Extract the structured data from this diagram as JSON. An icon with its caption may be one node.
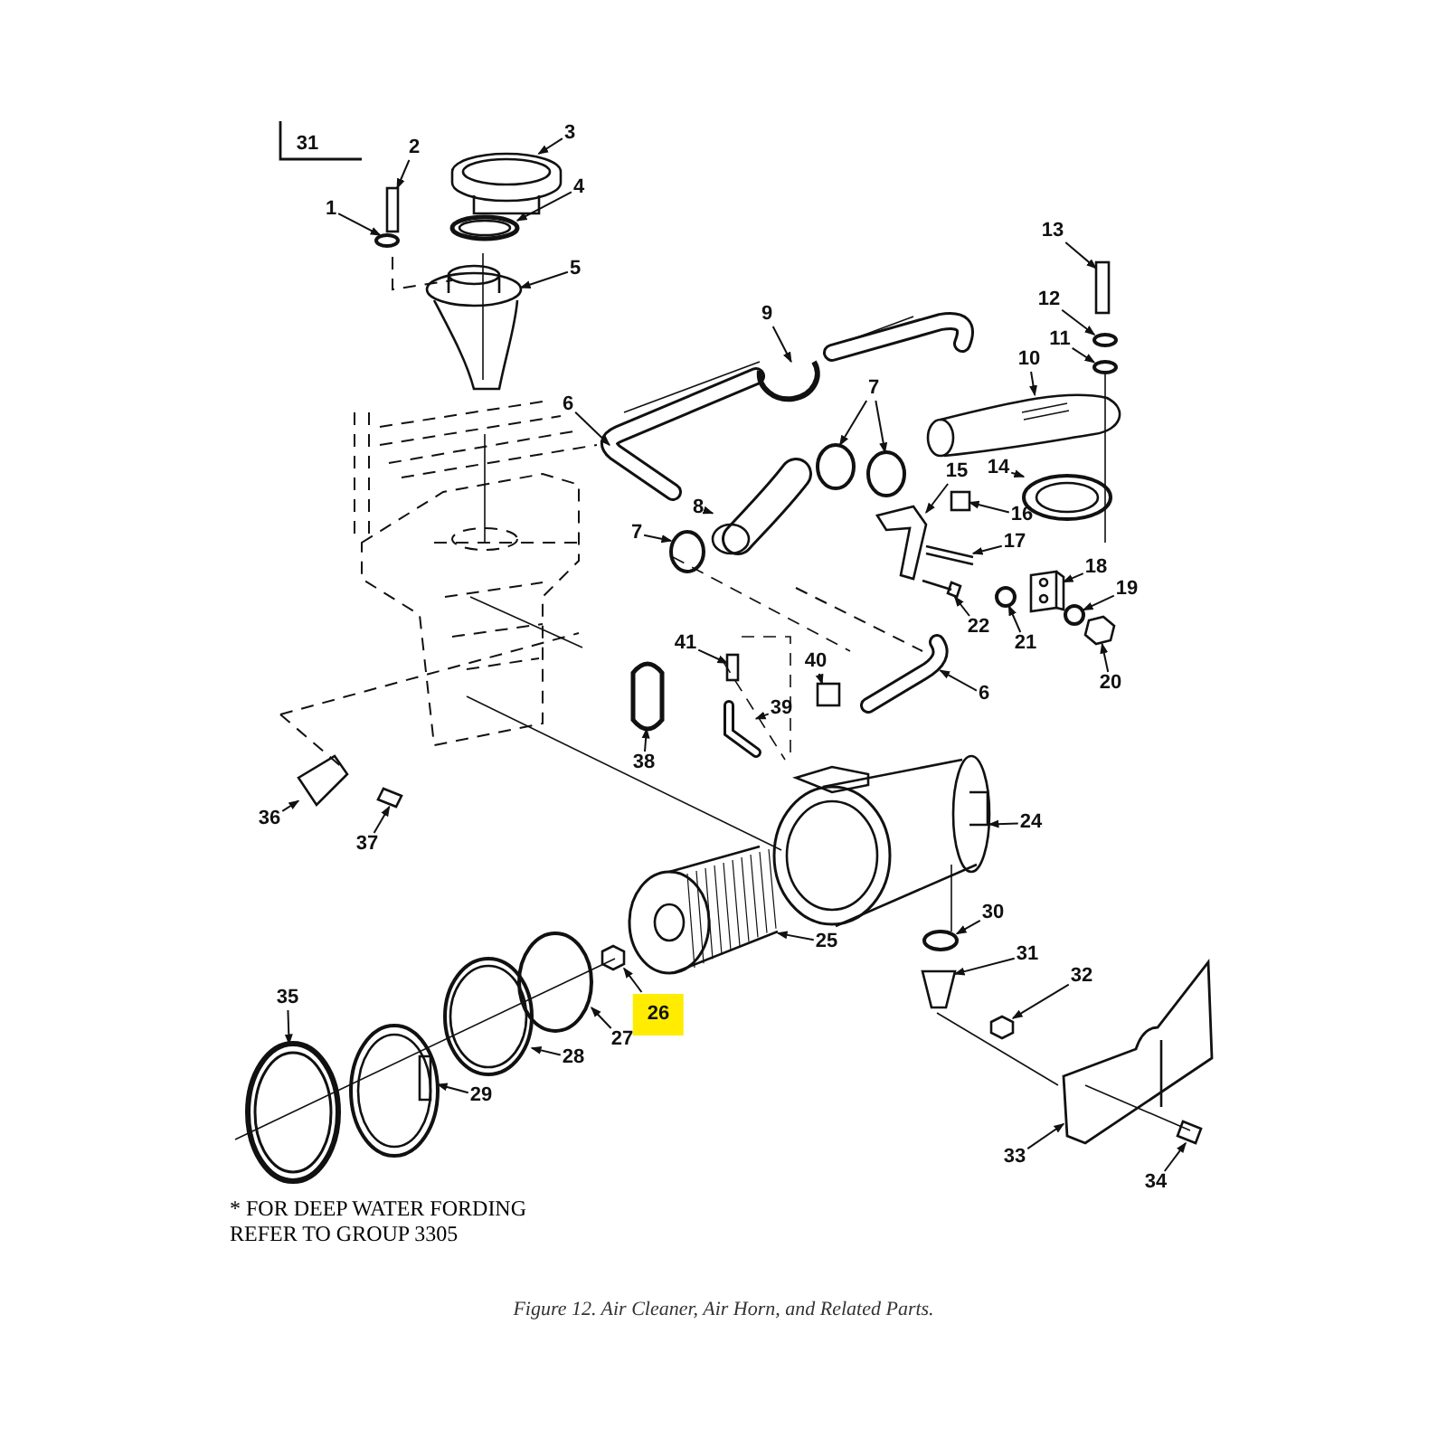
{
  "diagram": {
    "caption": "Figure 12. Air Cleaner, Air Horn, and Related Parts.",
    "nodes": [
      {
        "text": [
          "1"
        ]
      },
      {
        "text": [
          "2"
        ]
      },
      {
        "text": [
          "3"
        ]
      },
      {
        "text": [
          "4"
        ]
      },
      {
        "text": [
          "5"
        ]
      },
      {
        "text": [
          "6"
        ]
      },
      {
        "text": [
          "6"
        ]
      },
      {
        "text": [
          "7"
        ]
      },
      {
        "text": [
          "7"
        ]
      },
      {
        "text": [
          "8"
        ]
      },
      {
        "text": [
          "9"
        ]
      },
      {
        "text": [
          "10"
        ]
      },
      {
        "text": [
          "11"
        ]
      },
      {
        "text": [
          "12"
        ]
      },
      {
        "text": [
          "13"
        ]
      },
      {
        "text": [
          "14"
        ]
      },
      {
        "text": [
          "15"
        ]
      },
      {
        "text": [
          "16"
        ]
      },
      {
        "text": [
          "17"
        ]
      },
      {
        "text": [
          "18"
        ]
      },
      {
        "text": [
          "19"
        ]
      },
      {
        "text": [
          "20"
        ]
      },
      {
        "text": [
          "21"
        ]
      },
      {
        "text": [
          "22"
        ]
      },
      {
        "text": [
          "24"
        ]
      },
      {
        "text": [
          "25"
        ]
      },
      {
        "text": [
          "26"
        ]
      },
      {
        "text": [
          "27"
        ]
      },
      {
        "text": [
          "28"
        ]
      },
      {
        "text": [
          "29"
        ]
      },
      {
        "text": [
          "30"
        ]
      },
      {
        "text": [
          "31"
        ]
      },
      {
        "text": [
          "32"
        ]
      },
      {
        "text": [
          "33"
        ]
      },
      {
        "text": [
          "34"
        ]
      },
      {
        "text": [
          "35"
        ]
      },
      {
        "text": [
          "36"
        ]
      },
      {
        "text": [
          "37"
        ]
      },
      {
        "text": [
          "38"
        ]
      },
      {
        "text": [
          "39"
        ]
      },
      {
        "text": [
          "40"
        ]
      },
      {
        "text": [
          "41"
        ]
      },
      {
        "text": [],
        "shape": "circle"
      },
      {
        "text": [],
        "shape": "box"
      },
      {
        "text": [],
        "shape": "picture"
      },
      {
        "text": [],
        "shape": "picture"
      },
      {
        "text": [],
        "shape": "picture"
      },
      {
        "text": [],
        "shape": "picture"
      },
      {
        "text": [],
        "shape": "picture"
      },
      {
        "text": [],
        "shape": "circle"
      },
      {
        "text": [],
        "shape": "circle"
      },
      {
        "text": [],
        "shape": "circle"
      },
      {
        "text": [],
        "shape": "picture"
      },
      {
        "text": [],
        "shape": "picture"
      },
      {
        "text": [],
        "shape": "picture"
      },
      {
        "text": [],
        "shape": "circle"
      },
      {
        "text": [],
        "shape": "circle"
      },
      {
        "text": [],
        "shape": "box"
      },
      {
        "text": [],
        "shape": "picture"
      },
      {
        "text": [],
        "shape": "picture"
      },
      {
        "text": [],
        "shape": "box"
      },
      {
        "text": [],
        "shape": "picture"
      },
      {
        "text": [],
        "shape": "picture"
      },
      {
        "text": [],
        "shape": "circle"
      },
      {
        "text": [],
        "shape": "picture"
      },
      {
        "text": [],
        "shape": "circle"
      },
      {
        "text": [],
        "shape": "picture"
      },
      {
        "text": [],
        "shape": "picture"
      },
      {
        "text": [],
        "shape": "picture"
      },
      {
        "text": [],
        "shape": "picture"
      },
      {
        "text": [],
        "shape": "circle"
      },
      {
        "text": [],
        "shape": "picture"
      },
      {
        "text": [],
        "shape": "picture"
      },
      {
        "text": [],
        "shape": "circle"
      },
      {
        "text": [],
        "shape": "picture"
      },
      {
        "text": [],
        "shape": "picture"
      },
      {
        "text": [],
        "shape": "picture"
      },
      {
        "text": [],
        "shape": "picture"
      },
      {
        "text": [],
        "shape": "picture"
      },
      {
        "text": [],
        "shape": "picture"
      },
      {
        "text": [],
        "shape": "picture"
      },
      {
        "text": [],
        "shape": "picture"
      },
      {
        "text": [],
        "shape": "picture"
      },
      {
        "text": [],
        "shape": "box"
      },
      {
        "text": [],
        "shape": "box"
      }
    ],
    "edges": [
      {
        "from": 0,
        "to": 42,
        "arrow": "to"
      },
      {
        "from": 1,
        "to": 43,
        "arrow": "to"
      },
      {
        "from": 2,
        "to": 44,
        "arrow": "to"
      },
      {
        "from": 3,
        "to": 45,
        "arrow": "to"
      },
      {
        "from": 4,
        "to": 46,
        "arrow": "to"
      },
      {
        "from": 5,
        "to": 47,
        "arrow": "to"
      },
      {
        "from": 6,
        "to": 48,
        "arrow": "to"
      },
      {
        "from": 7,
        "to": 49,
        "arrow": "to"
      },
      {
        "from": 7,
        "to": 50,
        "arrow": "to"
      },
      {
        "from": 8,
        "to": 51,
        "arrow": "to"
      },
      {
        "from": 9,
        "to": 52,
        "arrow": "to"
      },
      {
        "from": 10,
        "to": 53,
        "arrow": "to"
      },
      {
        "from": 11,
        "to": 54,
        "arrow": "to"
      },
      {
        "from": 12,
        "to": 55,
        "arrow": "to"
      },
      {
        "from": 13,
        "to": 56,
        "arrow": "to"
      },
      {
        "from": 14,
        "to": 57,
        "arrow": "to"
      },
      {
        "from": 15,
        "to": 58,
        "arrow": "to"
      },
      {
        "from": 16,
        "to": 59,
        "arrow": "to"
      },
      {
        "from": 17,
        "to": 60,
        "arrow": "to"
      },
      {
        "from": 18,
        "to": 61,
        "arrow": "to"
      },
      {
        "from": 19,
        "to": 62,
        "arrow": "to"
      },
      {
        "from": 20,
        "to": 63,
        "arrow": "to"
      },
      {
        "from": 21,
        "to": 64,
        "arrow": "to"
      },
      {
        "from": 22,
        "to": 65,
        "arrow": "to"
      },
      {
        "from": 23,
        "to": 66,
        "arrow": "to"
      },
      {
        "from": 24,
        "to": 67,
        "arrow": "to"
      },
      {
        "from": 25,
        "to": 68,
        "arrow": "to"
      },
      {
        "from": 26,
        "to": 69,
        "arrow": "to"
      },
      {
        "from": 27,
        "to": 70,
        "arrow": "to"
      },
      {
        "from": 28,
        "to": 71,
        "arrow": "to"
      },
      {
        "from": 29,
        "to": 72,
        "arrow": "to"
      },
      {
        "from": 30,
        "to": 73,
        "arrow": "to"
      },
      {
        "from": 31,
        "to": 74,
        "arrow": "to"
      },
      {
        "from": 32,
        "to": 75,
        "arrow": "to"
      },
      {
        "from": 33,
        "to": 76,
        "arrow": "to"
      },
      {
        "from": 34,
        "to": 77,
        "arrow": "to"
      },
      {
        "from": 35,
        "to": 78,
        "arrow": "to"
      },
      {
        "from": 36,
        "to": 79,
        "arrow": "to"
      },
      {
        "from": 37,
        "to": 80,
        "arrow": "to"
      },
      {
        "from": 38,
        "to": 81,
        "arrow": "to"
      },
      {
        "from": 39,
        "to": 82,
        "arrow": "to"
      },
      {
        "from": 40,
        "to": 83,
        "arrow": "to"
      },
      {
        "from": 41,
        "to": 84,
        "arrow": "to"
      }
    ],
    "labels": [
      "31",
      "* FOR DEEP WATER FORDING REFER TO GROUP 3305"
    ]
  }
}
